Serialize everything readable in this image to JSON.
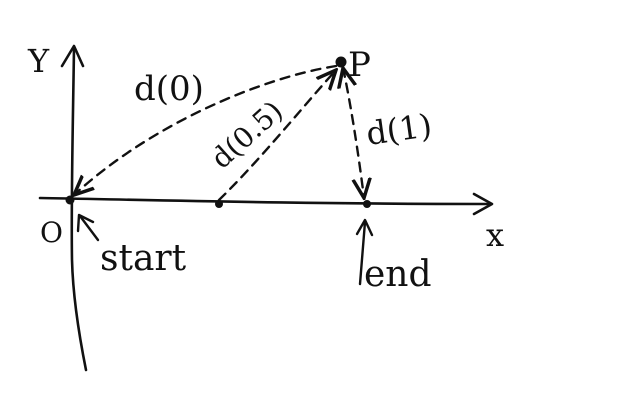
{
  "labels": {
    "y_axis": "Y",
    "x_axis": "x",
    "origin": "O",
    "point": "P",
    "start": "start",
    "end": "end",
    "d0": "d(0)",
    "d05": "d(0.5)",
    "d1": "d(1)"
  },
  "colors": {
    "ink": "#111111",
    "background": "#ffffff"
  }
}
